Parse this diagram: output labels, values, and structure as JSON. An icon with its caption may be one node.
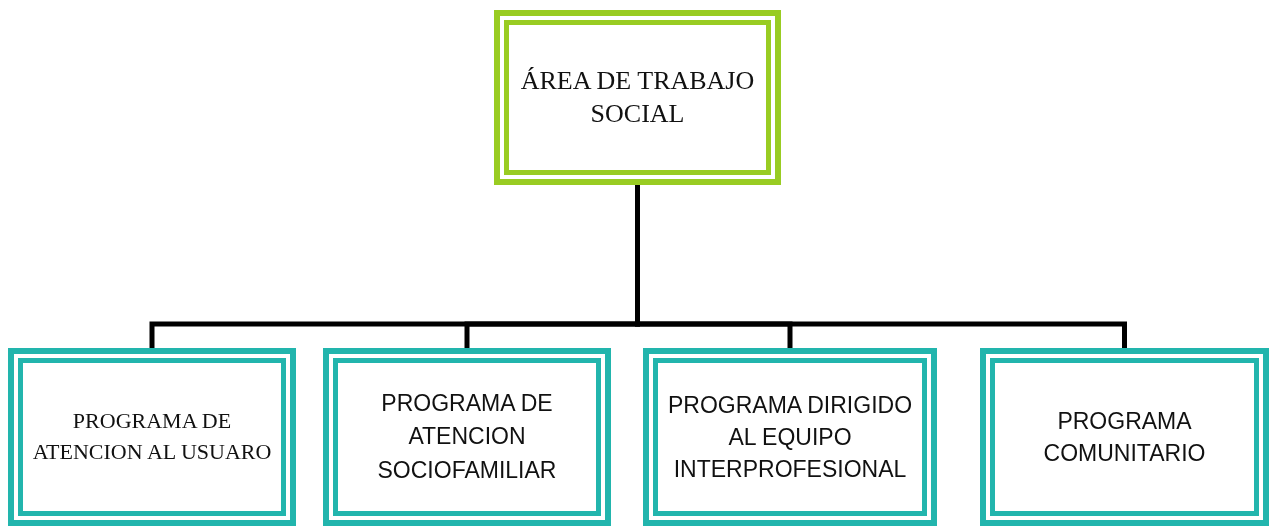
{
  "diagram": {
    "nodes": [
      {
        "text": [
          "ÁREA DE TRABAJO SOCIAL"
        ]
      },
      {
        "text": [
          "PROGRAMA DE ATENCION AL USUARO"
        ]
      },
      {
        "text": [
          "PROGRAMA DE ATENCION SOCIOFAMILIAR"
        ]
      },
      {
        "text": [
          "PROGRAMA DIRIGIDO AL EQUIPO INTERPROFESIONAL"
        ]
      },
      {
        "text": [
          "PROGRAMA COMUNITARIO"
        ]
      }
    ],
    "edges": [
      {
        "from": 0,
        "to": 1,
        "arrow": "none"
      },
      {
        "from": 0,
        "to": 2,
        "arrow": "none"
      },
      {
        "from": 0,
        "to": 3,
        "arrow": "none"
      },
      {
        "from": 0,
        "to": 4,
        "arrow": "none"
      }
    ]
  }
}
